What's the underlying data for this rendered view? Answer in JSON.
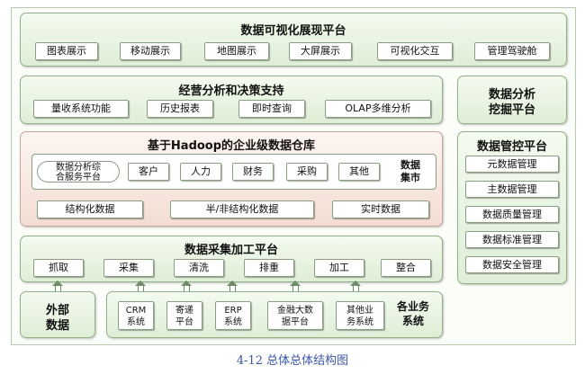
{
  "visualization": {
    "title": "数据可视化展现平台",
    "items": [
      "图表展示",
      "移动展示",
      "地图展示",
      "大屏展示",
      "可视化交互",
      "管理驾驶舱"
    ]
  },
  "analysis": {
    "title": "经营分析和决策支持",
    "items": [
      "量收系统功能",
      "历史报表",
      "即时查询",
      "OLAP多维分析"
    ]
  },
  "mining": {
    "title_line1": "数据分析",
    "title_line2": "挖掘平台"
  },
  "warehouse": {
    "title": "基于Hadoop的企业级数据仓库",
    "service_line1": "数据分析综",
    "service_line2": "合服务平台",
    "subjects": [
      "客户",
      "人力",
      "财务",
      "采购",
      "其他"
    ],
    "mart_line1": "数据",
    "mart_line2": "集市",
    "data_types": [
      "结构化数据",
      "半/非结构化数据",
      "实时数据"
    ]
  },
  "governance": {
    "title": "数据管控平台",
    "items": [
      "元数据管理",
      "主数据管理",
      "数据质量管理",
      "数据标准管理",
      "数据安全管理"
    ]
  },
  "collection": {
    "title": "数据采集加工平台",
    "items": [
      "抓取",
      "采集",
      "清洗",
      "排重",
      "加工",
      "整合"
    ]
  },
  "sources": {
    "external_line1": "外部",
    "external_line2": "数据",
    "systems": [
      {
        "line1": "CRM",
        "line2": "系统"
      },
      {
        "line1": "寄递",
        "line2": "平台"
      },
      {
        "line1": "ERP",
        "line2": "系统"
      },
      {
        "line1": "金融大数",
        "line2": "据平台"
      },
      {
        "line1": "其他业",
        "line2": "务系统"
      }
    ],
    "industry_line1": "各业务",
    "industry_line2": "系统"
  },
  "caption": "4-12 总体总体结构图"
}
